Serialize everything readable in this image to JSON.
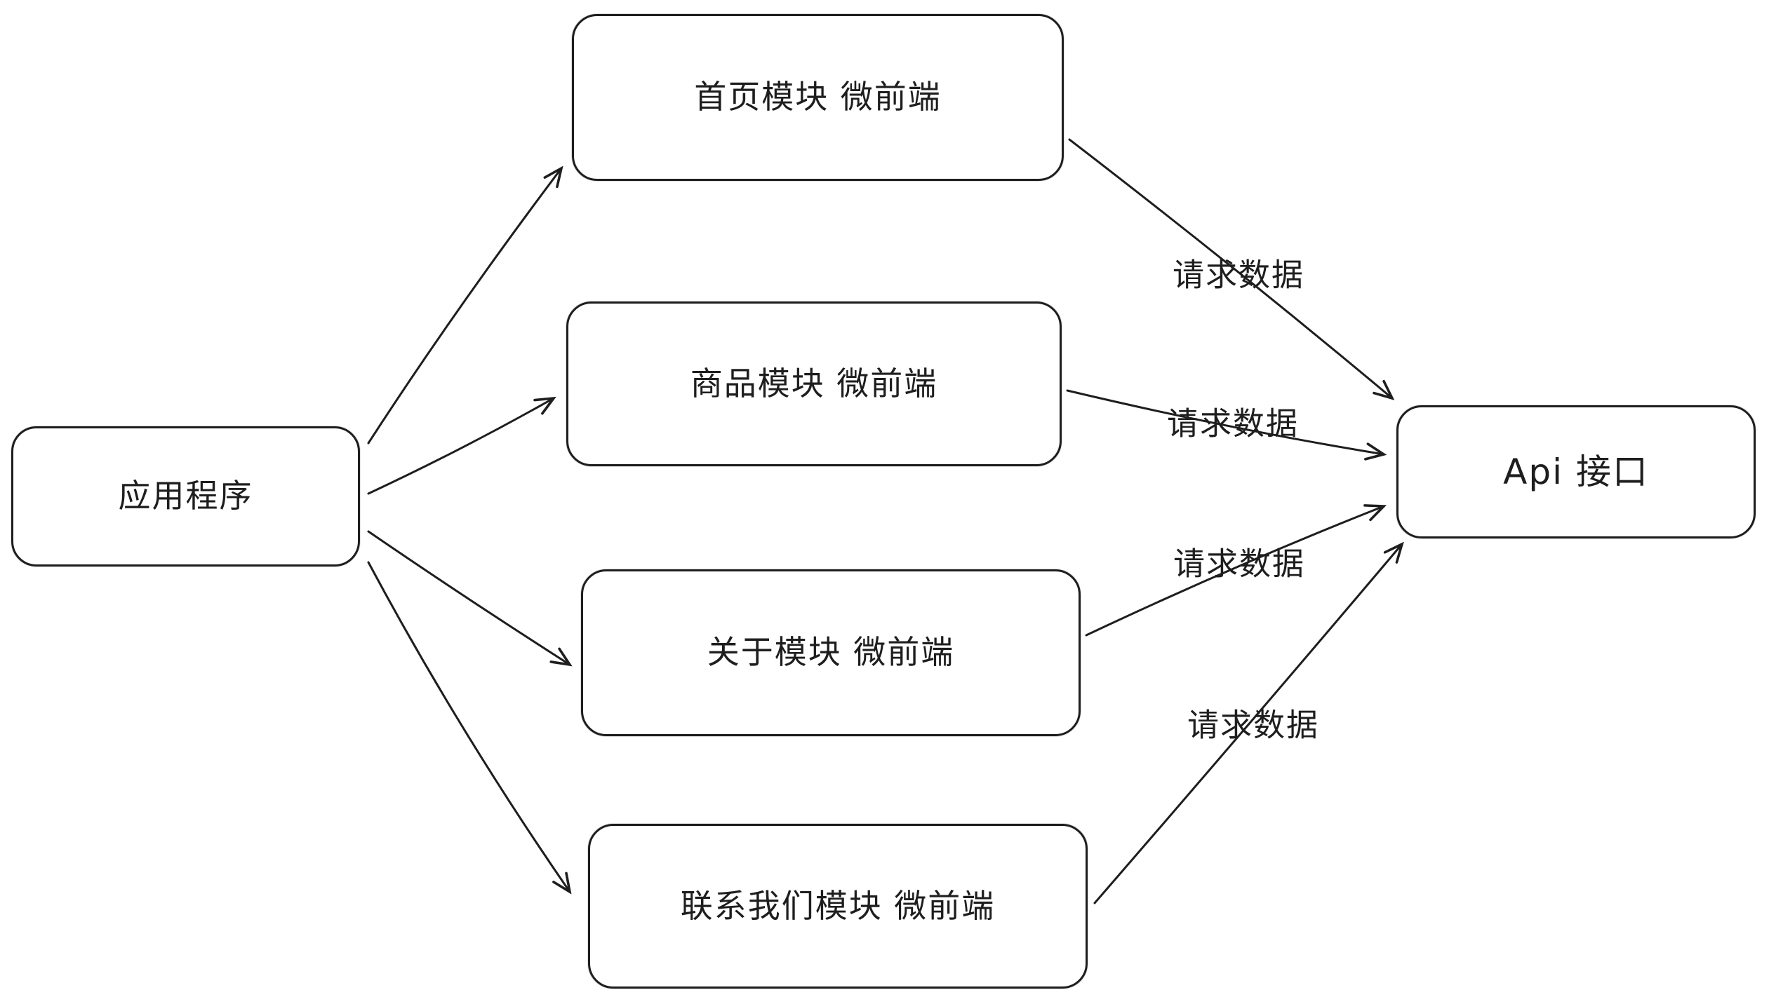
{
  "diagram": {
    "type": "flowchart",
    "style": "hand-drawn",
    "colors": {
      "stroke": "#1e1e1e",
      "background": "#ffffff"
    },
    "nodes": {
      "app": {
        "label": "应用程序"
      },
      "home": {
        "label": "首页模块 微前端"
      },
      "product": {
        "label": "商品模块 微前端"
      },
      "about": {
        "label": "关于模块 微前端"
      },
      "contact": {
        "label": "联系我们模块 微前端"
      },
      "api": {
        "label": "Api 接口"
      }
    },
    "edges": [
      {
        "from": "app",
        "to": "home",
        "label": ""
      },
      {
        "from": "app",
        "to": "product",
        "label": ""
      },
      {
        "from": "app",
        "to": "about",
        "label": ""
      },
      {
        "from": "app",
        "to": "contact",
        "label": ""
      },
      {
        "from": "home",
        "to": "api",
        "label": "请求数据"
      },
      {
        "from": "product",
        "to": "api",
        "label": "请求数据"
      },
      {
        "from": "about",
        "to": "api",
        "label": "请求数据"
      },
      {
        "from": "contact",
        "to": "api",
        "label": "请求数据"
      }
    ],
    "edge_labels": [
      "请求数据",
      "请求数据",
      "请求数据",
      "请求数据"
    ]
  }
}
